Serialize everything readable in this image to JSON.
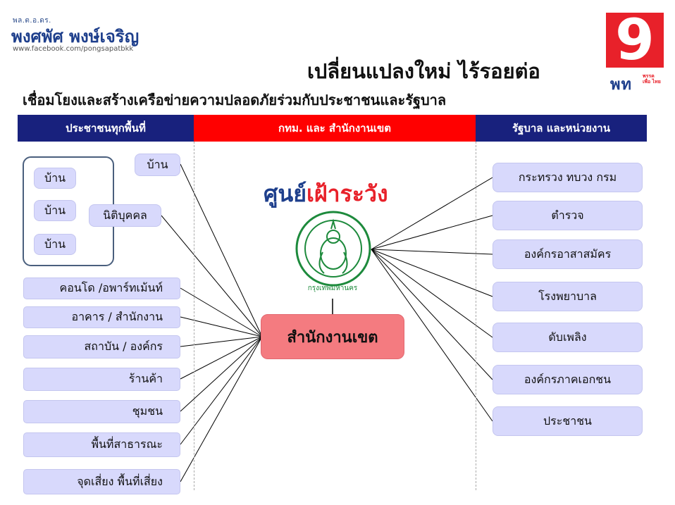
{
  "brand": {
    "small": "พล.ต.อ.ดร.",
    "name": "พงศพัศ พงษ์เจริญ",
    "url": "www.facebook.com/pongsapatbkk"
  },
  "logo": {
    "number": "9",
    "text": "พท",
    "small_text": "พรรค เพื่อ ไทย"
  },
  "title": "เปลี่ยนแปลงใหม่ ไร้รอยต่อ",
  "subtitle": "เชื่อมโยงและสร้างเครือข่ายความปลอดภัยร่วมกับประชาชนและรัฐบาล",
  "columns": {
    "left": "ประชาชนทุกพื้นที่",
    "center": "กทม. และ สำนักงานเขต",
    "right": "รัฐบาล และหน่วยงาน"
  },
  "center": {
    "watch_a": "ศูนย์",
    "watch_b": "เฝ้าระวัง",
    "emblem_text": "กรุงเทพมหานคร",
    "office": "สำนักงานเขต"
  },
  "left_nodes": {
    "house_top": "บ้าน",
    "house_1": "บ้าน",
    "house_2": "บ้าน",
    "house_3": "บ้าน",
    "juristic": "นิติบุคคล",
    "condo": "คอนโด /อพาร์ทเม้นท์",
    "building": "อาคาร / สำนักงาน",
    "institution": "สถาบัน / องค์กร",
    "shop": "ร้านค้า",
    "community": "ชุมชน",
    "public_area": "พื้นที่สาธารณะ",
    "risk_point": "จุดเสี่ยง พื้นที่เสี่ยง"
  },
  "right_nodes": [
    "กระทรวง ทบวง กรม",
    "ตำรวจ",
    "องค์กรอาสาสมัคร",
    "โรงพยาบาล",
    "ดับเพลิง",
    "องค์กรภาคเอกชน",
    "ประชาชน"
  ],
  "colors": {
    "header_blue": "#18217d",
    "header_red": "#ff0000",
    "node_fill": "#d8d9fc",
    "center_fill": "#f47b80",
    "emblem_green": "#1d8a3c"
  }
}
